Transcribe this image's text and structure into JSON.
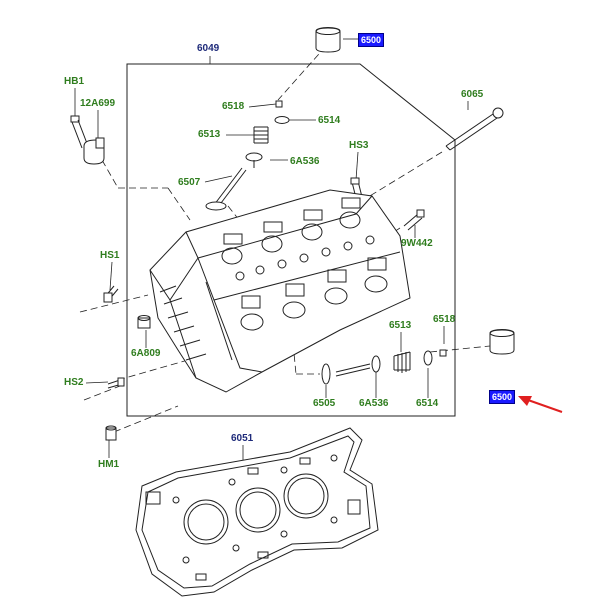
{
  "callouts": {
    "p6500_top": "6500",
    "p6049": "6049",
    "hb1": "HB1",
    "p12a699": "12A699",
    "p6518_top": "6518",
    "p6514_top": "6514",
    "p6513_top": "6513",
    "p6a536_top": "6A536",
    "hs3": "HS3",
    "p6507": "6507",
    "p6065": "6065",
    "p9w442": "9W442",
    "hs1": "HS1",
    "p6a809": "6A809",
    "p6513_bot": "6513",
    "p6518_bot": "6518",
    "hs2": "HS2",
    "p6505": "6505",
    "p6a536_bot": "6A536",
    "p6514_bot": "6514",
    "p6500_bot": "6500",
    "hm1": "HM1",
    "p6051": "6051"
  },
  "colors": {
    "callout_green": "#2f7d1e",
    "callout_navy": "#1e2a7a",
    "highlight_box": "#1a1aff",
    "pointer_arrow": "#e02020",
    "line_art": "#222222"
  }
}
